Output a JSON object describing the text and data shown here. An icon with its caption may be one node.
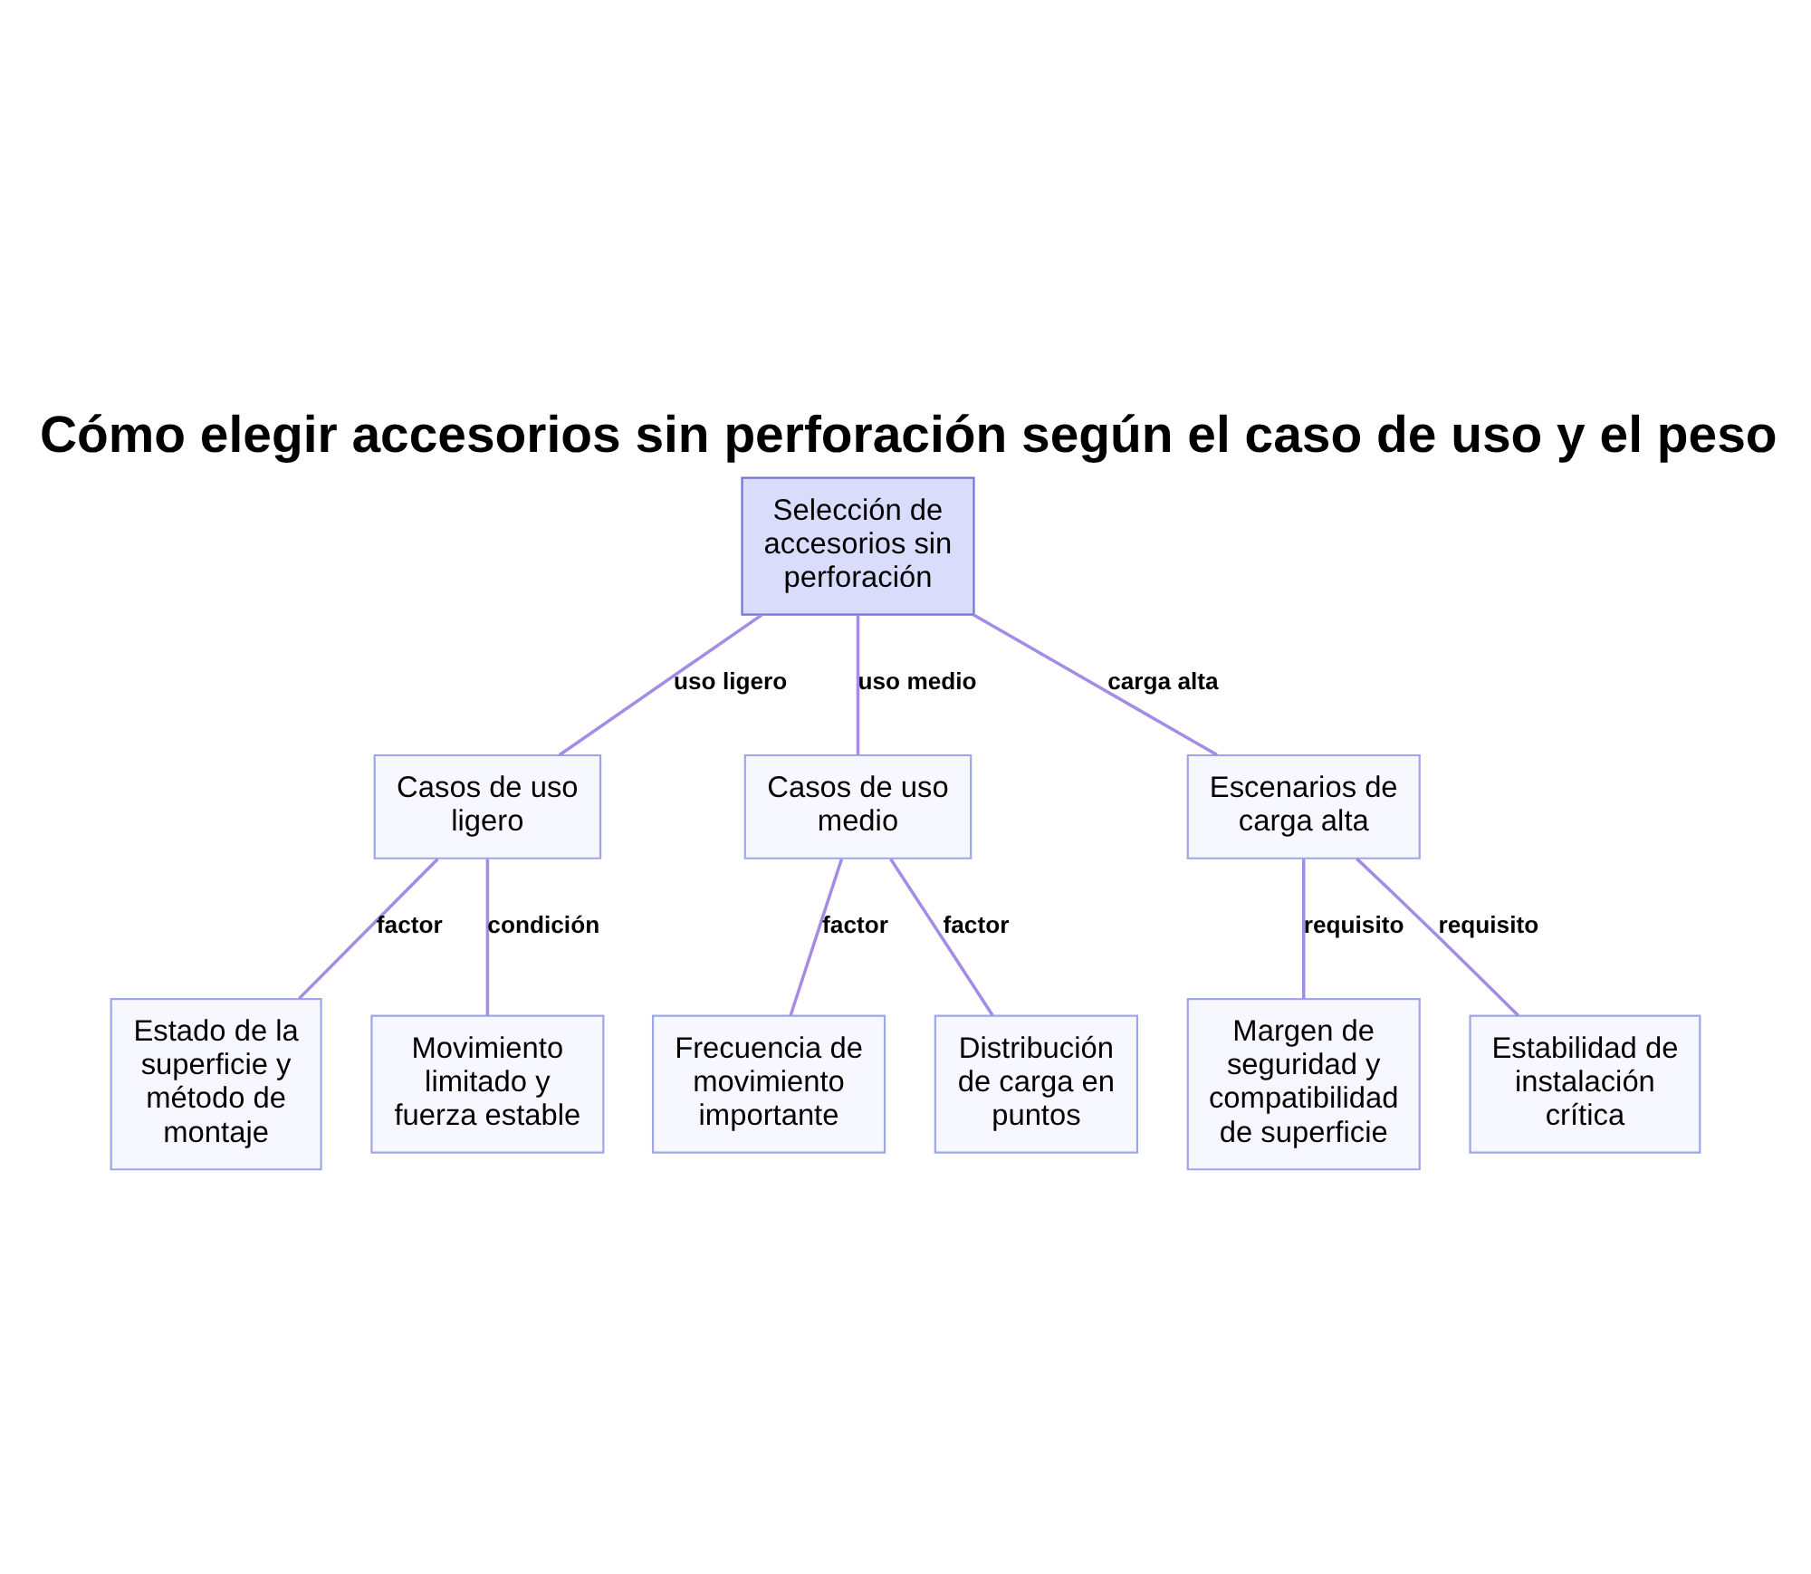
{
  "diagram": {
    "title": "Cómo elegir accesorios sin perforación según el caso de uso y el peso",
    "nodes": [
      {
        "text": [
          "Selección de accesorios sin perforación"
        ]
      },
      {
        "text": [
          "Casos de uso ligero"
        ]
      },
      {
        "text": [
          "Casos de uso medio"
        ]
      },
      {
        "text": [
          "Escenarios de carga alta"
        ]
      },
      {
        "text": [
          "Estado de la superficie y método de montaje"
        ]
      },
      {
        "text": [
          "Movimiento limitado y fuerza estable"
        ]
      },
      {
        "text": [
          "Frecuencia de movimiento importante"
        ]
      },
      {
        "text": [
          "Distribución de carga en puntos"
        ]
      },
      {
        "text": [
          "Margen de seguridad y compatibilidad de superficie"
        ]
      },
      {
        "text": [
          "Estabilidad de instalación crítica"
        ]
      }
    ],
    "edges": [
      {
        "from": 0,
        "to": 1,
        "arrow": "none",
        "label": "uso ligero"
      },
      {
        "from": 0,
        "to": 2,
        "arrow": "none",
        "label": "uso medio"
      },
      {
        "from": 0,
        "to": 3,
        "arrow": "none",
        "label": "carga alta"
      },
      {
        "from": 1,
        "to": 4,
        "arrow": "none",
        "label": "factor"
      },
      {
        "from": 1,
        "to": 5,
        "arrow": "none",
        "label": "condición"
      },
      {
        "from": 2,
        "to": 6,
        "arrow": "none",
        "label": "factor"
      },
      {
        "from": 2,
        "to": 7,
        "arrow": "none",
        "label": "factor"
      },
      {
        "from": 3,
        "to": 8,
        "arrow": "none",
        "label": "requisito"
      },
      {
        "from": 3,
        "to": 9,
        "arrow": "none",
        "label": "requisito"
      }
    ]
  }
}
